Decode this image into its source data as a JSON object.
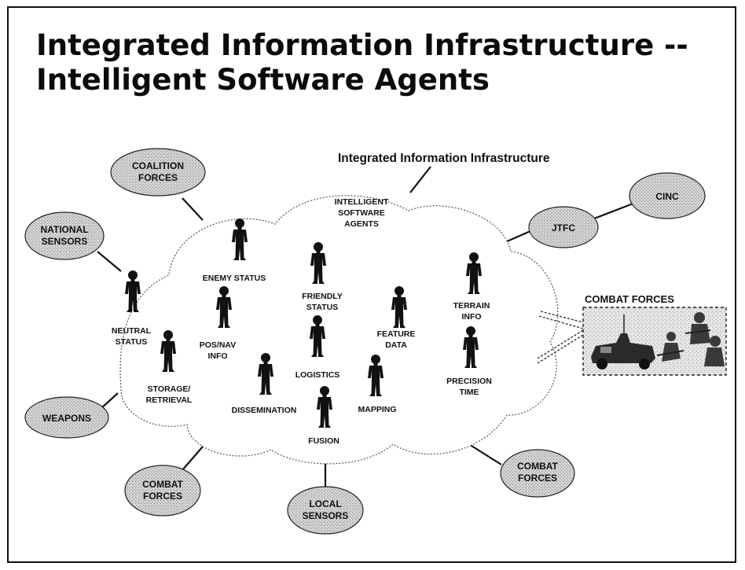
{
  "title": {
    "line1": "Integrated Information Infrastructure --",
    "line2": "Intelligent Software Agents"
  },
  "cloud": {
    "title": "Integrated Information Infrastructure",
    "center_label": [
      "INTELLIGENT",
      "SOFTWARE",
      "AGENTS"
    ]
  },
  "agents": [
    {
      "id": "enemy-status",
      "lines": [
        "ENEMY STATUS"
      ]
    },
    {
      "id": "friendly-status",
      "lines": [
        "FRIENDLY",
        "STATUS"
      ]
    },
    {
      "id": "neutral-status",
      "lines": [
        "NEUTRAL",
        "STATUS"
      ]
    },
    {
      "id": "pos-nav-info",
      "lines": [
        "POS/NAV",
        "INFO"
      ]
    },
    {
      "id": "storage-retrieval",
      "lines": [
        "STORAGE/",
        "RETRIEVAL"
      ]
    },
    {
      "id": "dissemination",
      "lines": [
        "DISSEMINATION"
      ]
    },
    {
      "id": "logistics",
      "lines": [
        "LOGISTICS"
      ]
    },
    {
      "id": "feature-data",
      "lines": [
        "FEATURE",
        "DATA"
      ]
    },
    {
      "id": "mapping",
      "lines": [
        "MAPPING"
      ]
    },
    {
      "id": "fusion",
      "lines": [
        "FUSION"
      ]
    },
    {
      "id": "terrain-info",
      "lines": [
        "TERRAIN",
        "INFO"
      ]
    },
    {
      "id": "precision-time",
      "lines": [
        "PRECISION",
        "TIME"
      ]
    }
  ],
  "nodes": [
    {
      "id": "coalition-forces",
      "lines": [
        "COALITION",
        "FORCES"
      ]
    },
    {
      "id": "national-sensors",
      "lines": [
        "NATIONAL",
        "SENSORS"
      ]
    },
    {
      "id": "weapons",
      "lines": [
        "WEAPONS"
      ]
    },
    {
      "id": "combat-forces-left",
      "lines": [
        "COMBAT",
        "FORCES"
      ]
    },
    {
      "id": "local-sensors",
      "lines": [
        "LOCAL",
        "SENSORS"
      ]
    },
    {
      "id": "combat-forces-right",
      "lines": [
        "COMBAT",
        "FORCES"
      ]
    },
    {
      "id": "jtfc",
      "lines": [
        "JTFC"
      ]
    },
    {
      "id": "cinc",
      "lines": [
        "CINC"
      ]
    }
  ],
  "combat_box": {
    "label": "COMBAT FORCES"
  },
  "colors": {
    "ink": "#111111",
    "bubble": "#c9c9c9",
    "photo_bg": "#d8d8d8"
  }
}
